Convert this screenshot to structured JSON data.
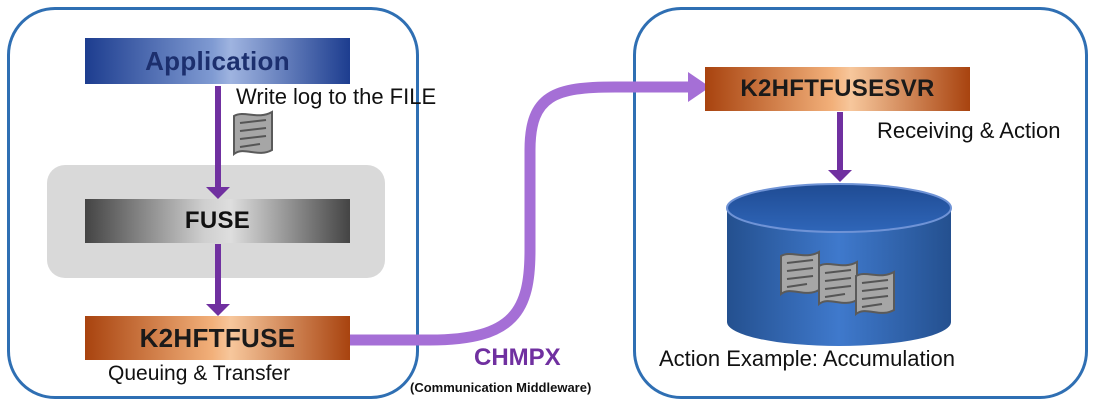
{
  "diagram": {
    "application_label": "Application",
    "fuse_label": "FUSE",
    "k2hftfuse_label": "K2HFTFUSE",
    "k2hftfusesvr_label": "K2HFTFUSESVR",
    "write_log_label": "Write log to the FILE",
    "queuing_label": "Queuing & Transfer",
    "receiving_label": "Receiving & Action",
    "action_example_label": "Action Example: Accumulation",
    "chmpx_label": "CHMPX",
    "chmpx_sublabel": "(Communication Middleware)",
    "icons": [
      "log-file-icon",
      "database-icon",
      "down-arrow-icon"
    ],
    "colors": {
      "panel_border": "#2f6fb3",
      "arrow_purple": "#7030a0",
      "chmpx_path": "#a56fd6",
      "application_gradient": "#1d3d8f",
      "k2hftfuse_gradient": "#a8430f",
      "fuse_gradient": "#444444",
      "fuse_zone": "#d9d9d9",
      "database_fill": "#2d5fb0"
    }
  }
}
